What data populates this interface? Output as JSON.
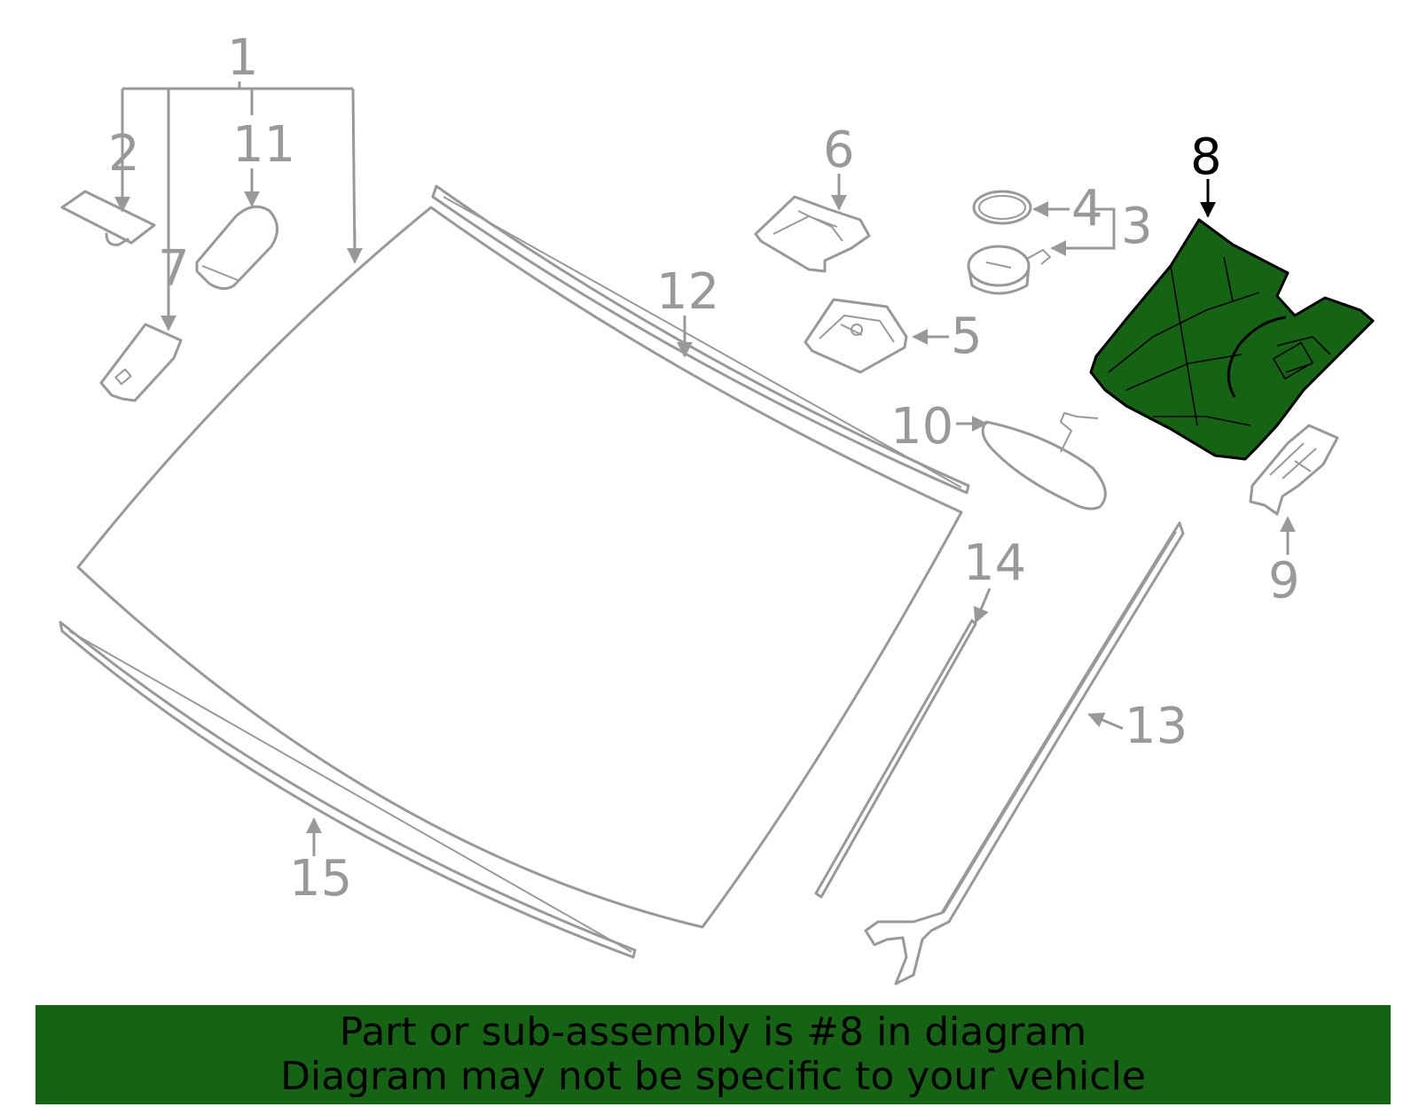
{
  "callouts": {
    "c1": "1",
    "c2": "2",
    "c3": "3",
    "c4": "4",
    "c5": "5",
    "c6": "6",
    "c7": "7",
    "c8": "8",
    "c9": "9",
    "c10": "10",
    "c11": "11",
    "c12": "12",
    "c13": "13",
    "c14": "14",
    "c15": "15"
  },
  "highlight": {
    "callout": "8",
    "color": "#146414"
  },
  "colors": {
    "part_line": "#999999",
    "highlight_fill": "#146414",
    "banner_bg": "#146414",
    "banner_text": "#000000"
  },
  "banner": {
    "line1": "Part or sub-assembly is #8 in diagram",
    "line2": "Diagram may not be specific to your vehicle"
  }
}
